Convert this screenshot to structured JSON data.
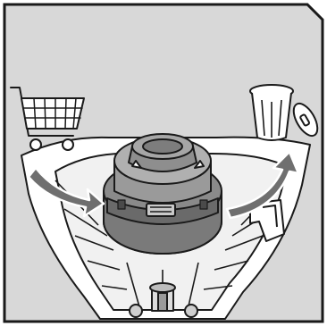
{
  "diagram": {
    "subject": "spool-cassette-replacement",
    "icons": {
      "left": "shopping-cart-icon",
      "right": "trash-bin-icon"
    },
    "arrows": {
      "left": "install-arrow",
      "right": "remove-arrow"
    },
    "colors": {
      "frame_bg": "#d8d8d8",
      "frame_border": "#1a1a1a",
      "hub_body": "#8a8a8a",
      "hub_dark": "#5e5e5e",
      "hub_light": "#b7b7b7",
      "arrow_fill": "#6f6f6f",
      "arrow_edge": "#ffffff",
      "housing": "#ffffff",
      "line": "#1a1a1a"
    }
  }
}
